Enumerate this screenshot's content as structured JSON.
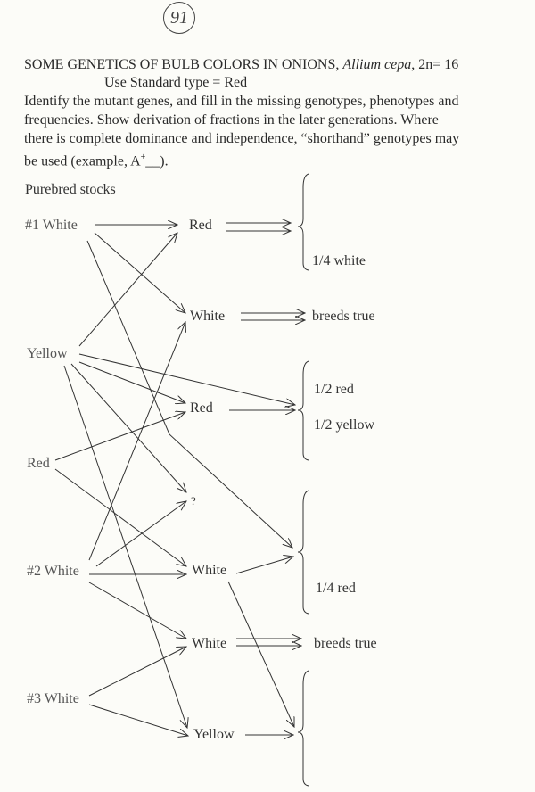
{
  "page_number": "91",
  "header": {
    "title": "SOME GENETICS OF BULB COLORS IN ONIONS, ",
    "species": "Allium cepa",
    "chromosomes": ",  2n= 16",
    "standard": "Use Standard type = Red",
    "instructions": [
      "Identify the mutant genes, and fill in the missing genotypes, phenotypes and",
      "frequencies. Show derivation of fractions in the later generations.  Where",
      "there is complete dominance and independence, “shorthand” genotypes may"
    ],
    "example_prefix": "be used (example, A",
    "example_sup": "+",
    "example_suffix": "__)."
  },
  "diagram": {
    "section_label": "Purebred stocks",
    "parents": [
      "#1 White",
      "Yellow",
      "Red",
      "#2 White",
      "#3 White"
    ],
    "f1": [
      "Red",
      "White",
      "Red",
      "?",
      "White",
      "White",
      "Yellow"
    ],
    "outcomes": {
      "o1": "1/4 white",
      "o2": "breeds true",
      "o3a": "1/2 red",
      "o3b": "1/2 yellow",
      "o4": "1/4  red",
      "o5": "breeds true"
    }
  }
}
